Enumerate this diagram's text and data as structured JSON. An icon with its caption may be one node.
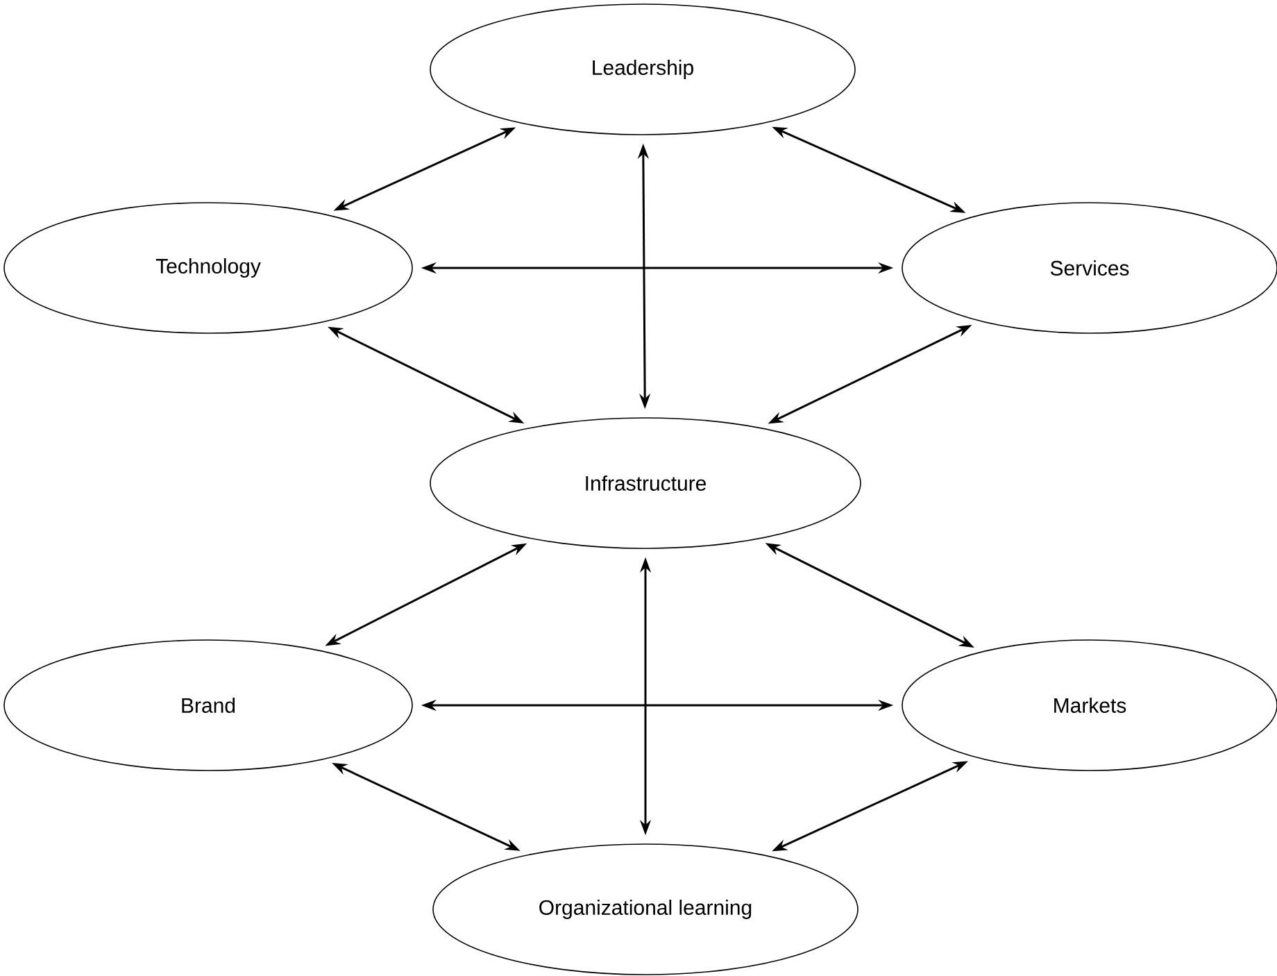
{
  "diagram": {
    "nodes": [
      {
        "text": [
          "Leadership"
        ]
      },
      {
        "text": [
          "Technology"
        ]
      },
      {
        "text": [
          "Services"
        ]
      },
      {
        "text": [
          "Infrastructure"
        ]
      },
      {
        "text": [
          "Brand"
        ]
      },
      {
        "text": [
          "Markets"
        ]
      },
      {
        "text": [
          "Organizational learning"
        ]
      }
    ],
    "edges": [
      {
        "from": 0,
        "to": 1,
        "arrow": "both"
      },
      {
        "from": 0,
        "to": 3,
        "arrow": "both"
      },
      {
        "from": 0,
        "to": 2,
        "arrow": "both"
      },
      {
        "from": 1,
        "to": 2,
        "arrow": "both"
      },
      {
        "from": 1,
        "to": 3,
        "arrow": "both"
      },
      {
        "from": 2,
        "to": 3,
        "arrow": "both"
      },
      {
        "from": 3,
        "to": 4,
        "arrow": "both"
      },
      {
        "from": 3,
        "to": 6,
        "arrow": "both"
      },
      {
        "from": 3,
        "to": 5,
        "arrow": "both"
      },
      {
        "from": 4,
        "to": 5,
        "arrow": "both"
      },
      {
        "from": 4,
        "to": 6,
        "arrow": "both"
      },
      {
        "from": 5,
        "to": 6,
        "arrow": "both"
      }
    ]
  }
}
